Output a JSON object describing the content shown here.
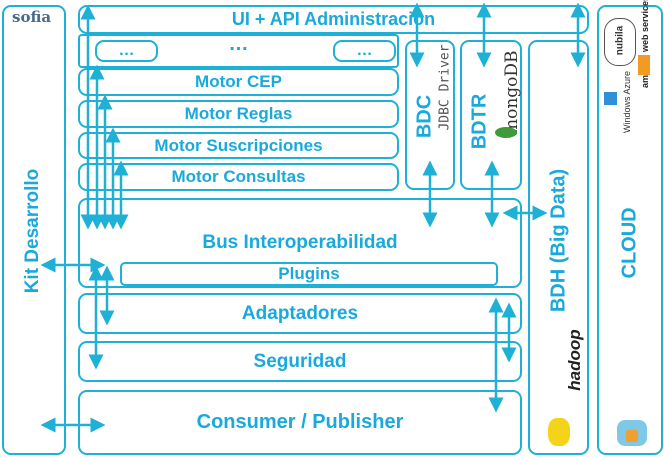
{
  "logo": "sofia",
  "kit": "Kit Desarrollo",
  "ui_api": "UI + API Administración",
  "ellipsis_center": "…",
  "ellipsis_left": "…",
  "ellipsis_right": "…",
  "motors": [
    "Motor CEP",
    "Motor Reglas",
    "Motor Suscripciones",
    "Motor Consultas"
  ],
  "bdc": {
    "label": "BDC",
    "driver": "JDBC Driver"
  },
  "bdtr": {
    "label": "BDTR",
    "db": "mongoDB"
  },
  "bus": "Bus Interoperabilidad",
  "plugins": "Plugins",
  "adaptadores": "Adaptadores",
  "seguridad": "Seguridad",
  "consumer": "Consumer / Publisher",
  "bdh": {
    "label": "BDH (Big Data)",
    "logo": "hadoop"
  },
  "cloud": {
    "label": "CLOUD",
    "providers": [
      "nubila",
      "amazon web services",
      "Windows Azure"
    ]
  },
  "accent": "#1aa9dc"
}
